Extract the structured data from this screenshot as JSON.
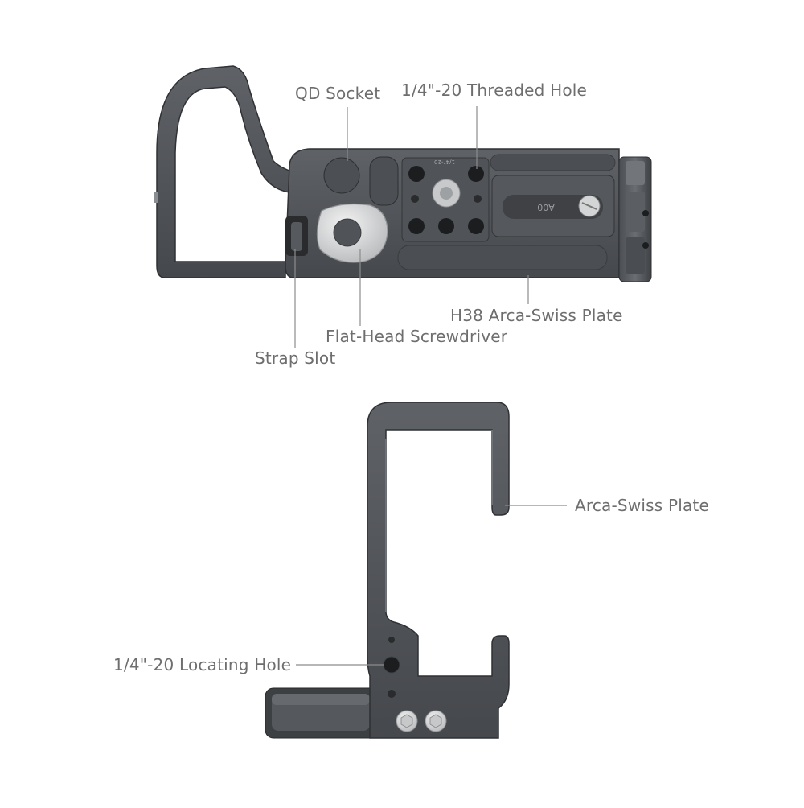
{
  "callouts": {
    "qd_socket": "QD Socket",
    "threaded_hole": "1/4\"-20 Threaded Hole",
    "arca_plate_h38": "H38 Arca-Swiss Plate",
    "screwdriver": "Flat-Head Screwdriver",
    "strap_slot": "Strap Slot",
    "arca_plate": "Arca-Swiss Plate",
    "locating_hole": "1/4\"-20 Locating Hole"
  },
  "engravings": {
    "hole_mark": "1/4\"-20",
    "plate_code": "A00"
  },
  "colors": {
    "metal_dark": "#3f4144",
    "metal_mid": "#55585c",
    "metal_light": "#6c7075",
    "hole": "#1c1d1f",
    "silver": "#d9dadb",
    "text": "#6e6e6e",
    "leader": "#8c8c8c"
  }
}
